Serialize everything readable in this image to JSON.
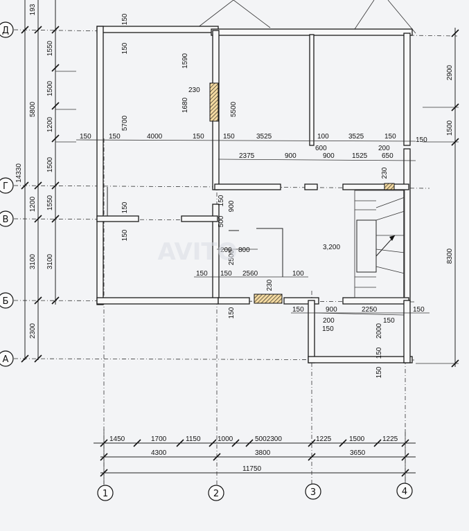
{
  "axes": {
    "rows": [
      "Д",
      "Г",
      "В",
      "Б",
      "А"
    ],
    "cols": [
      "1",
      "2",
      "3",
      "4"
    ]
  },
  "left_dims": {
    "d1": "193",
    "d2": "1550",
    "d3": "1500",
    "d4": "1200",
    "d5": "1500",
    "d6": "1200",
    "d7": "1550",
    "d8": "3100",
    "d9": "2300",
    "total_mid": "5800",
    "total_full": "14330",
    "d_3100b": "3100"
  },
  "right_dims": {
    "r1": "2900",
    "r2": "1500",
    "r3": "8300"
  },
  "room_dims": {
    "a150_1": "150",
    "a150_2": "150",
    "a1590": "1590",
    "a230": "230",
    "a1680": "1680",
    "a5700": "5700",
    "a5500": "5500",
    "a4000": "4000",
    "a3525_1": "3525",
    "a3525_2": "3525",
    "a150_3": "150",
    "a150_4": "150",
    "a150_5": "150",
    "a150_6": "150",
    "a150_7": "150",
    "a100_1": "100",
    "a600": "600",
    "a200_1": "200",
    "a150_8": "150",
    "a2375": "2375",
    "a900_1": "900",
    "a900_2": "900",
    "a1525": "1525",
    "a650": "650",
    "a230_2": "230",
    "a150_9": "150",
    "a150_10": "150",
    "a900_3": "900",
    "a500": "500",
    "a200_2": "200",
    "a800": "800",
    "a2500": "2500",
    "a3200": "3,200",
    "a150_11": "150",
    "a150_12": "150",
    "a2560": "2560",
    "a100_2": "100",
    "a230_3": "230",
    "a150_13": "150",
    "a150_14": "150",
    "a900_4": "900",
    "a2250": "2250",
    "a200_3": "200",
    "a150_15": "150",
    "a2000": "2000",
    "a150_16": "150",
    "a150_17": "150",
    "a150_18": "150",
    "a150_19": "150",
    "a150_20": "150",
    "a150_21": "150"
  },
  "bottom_dims": {
    "b1": "1450",
    "b2": "1700",
    "b3": "1150",
    "b4": "1000",
    "b5": "5002300",
    "b6": "1225",
    "b7": "1500",
    "b8": "1225",
    "t1": "4300",
    "t2": "3800",
    "t3": "3650",
    "total": "11750"
  },
  "watermark": "AVITO"
}
